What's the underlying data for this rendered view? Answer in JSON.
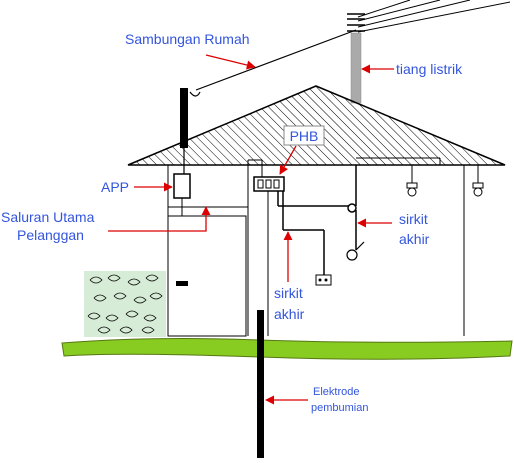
{
  "labels": {
    "service_connection": "Sambungan Rumah",
    "power_pole": "tiang listrik",
    "phb": "PHB",
    "app": "APP",
    "main_line_1": "Saluran Utama",
    "main_line_2": "Pelanggan",
    "final_circuit_right_1": "sirkit",
    "final_circuit_right_2": "akhir",
    "final_circuit_mid_1": "sirkit",
    "final_circuit_mid_2": "akhir",
    "electrode_1": "Elektrode",
    "electrode_2": "pembumian"
  },
  "colors": {
    "label_text": "#3355dd",
    "arrow": "#dd0000",
    "line": "#000000",
    "grass": "#88cc22",
    "grass_edge": "#557711",
    "bush": "#d6ecd6",
    "pole": "#aaaaaa"
  }
}
